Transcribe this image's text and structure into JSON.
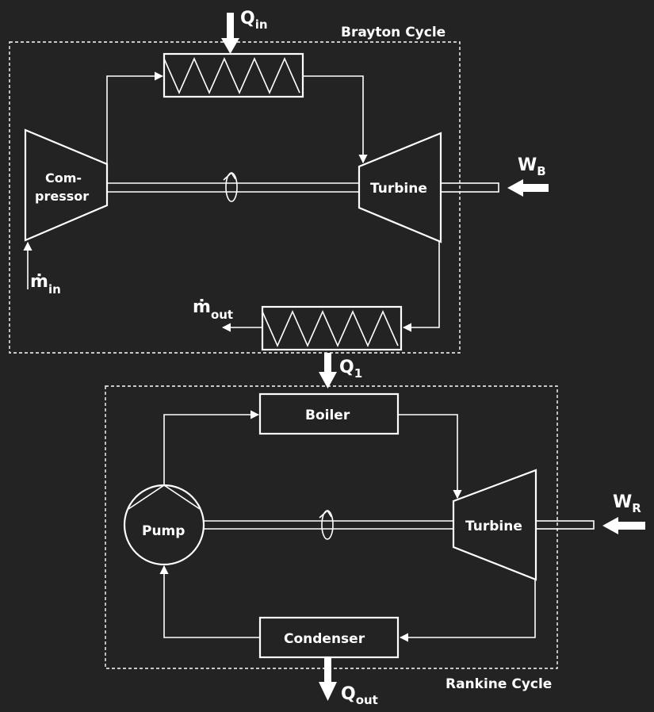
{
  "brayton": {
    "title": "Brayton Cycle",
    "compressor_line1": "Com-",
    "compressor_line2": "pressor",
    "turbine": "Turbine",
    "q_in": "Q",
    "q_in_sub": "in",
    "m_in": "ṁ",
    "m_in_sub": "in",
    "m_out": "ṁ",
    "m_out_sub": "out",
    "w": "W",
    "w_sub": "B"
  },
  "coupling": {
    "q": "Q",
    "q_sub": "1"
  },
  "rankine": {
    "title": "Rankine Cycle",
    "boiler": "Boiler",
    "pump": "Pump",
    "turbine": "Turbine",
    "condenser": "Condenser",
    "q_out": "Q",
    "q_out_sub": "out",
    "w": "W",
    "w_sub": "R"
  },
  "colors": {
    "background": "#232323",
    "foreground": "#ffffff"
  }
}
